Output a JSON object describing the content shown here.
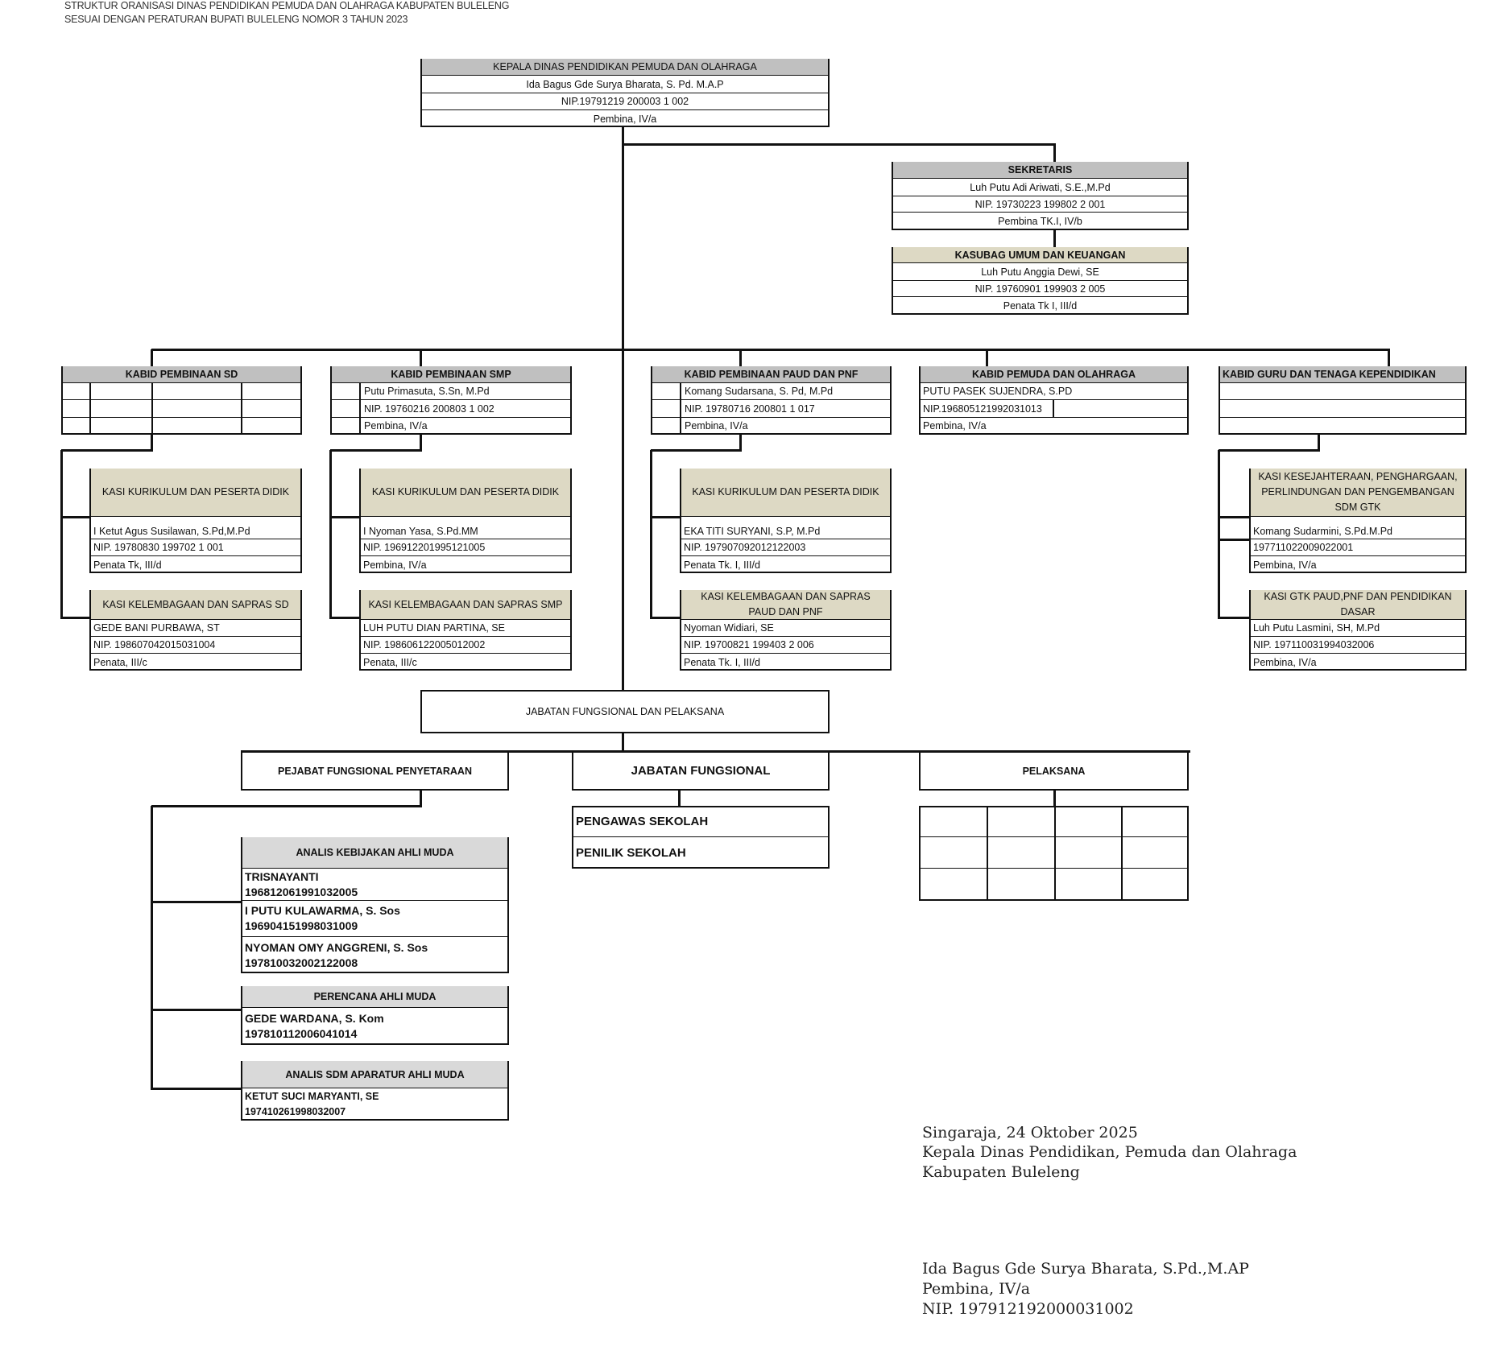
{
  "header": {
    "title_line1": "STRUKTUR ORANISASI DINAS PENDIDIKAN PEMUDA DAN OLAHRAGA KABUPATEN BULELENG",
    "title_line2": "SESUAI DENGAN PERATURAN BUPATI BULELENG NOMOR 3 TAHUN 2023"
  },
  "kepala": {
    "title": "KEPALA DINAS PENDIDIKAN PEMUDA DAN OLAHRAGA",
    "name": "Ida Bagus Gde Surya Bharata, S. Pd. M.A.P",
    "nip": "NIP.19791219 200003 1 002",
    "rank": "Pembina, IV/a"
  },
  "sekretaris": {
    "title": "SEKRETARIS",
    "name": "Luh Putu Adi Ariwati, S.E.,M.Pd",
    "nip": "NIP. 19730223 199802 2 001",
    "rank": "Pembina TK.I, IV/b"
  },
  "kasubag": {
    "title": "KASUBAG UMUM DAN KEUANGAN",
    "name": "Luh Putu Anggia Dewi, SE",
    "nip": "NIP. 19760901 199903 2 005",
    "rank": "Penata Tk I, III/d"
  },
  "kabid": {
    "sd": {
      "title": "KABID PEMBINAAN SD",
      "name": "",
      "nip": "",
      "rank": ""
    },
    "smp": {
      "title": "KABID PEMBINAAN SMP",
      "name": "Putu Primasuta, S.Sn, M.Pd",
      "nip": "NIP.  19760216 200803 1 002",
      "rank": "Pembina, IV/a"
    },
    "paud": {
      "title": "KABID PEMBINAAN PAUD DAN PNF",
      "name": "Komang Sudarsana, S. Pd, M.Pd",
      "nip": "NIP. 19780716 200801 1 017",
      "rank": "Pembina, IV/a"
    },
    "pemuda": {
      "title": "KABID PEMUDA DAN OLAHRAGA",
      "name": "PUTU PASEK SUJENDRA, S.PD",
      "nip": "NIP.196805121992031013",
      "rank": "Pembina, IV/a"
    },
    "guru": {
      "title": "KABID GURU DAN TENAGA KEPENDIDIKAN",
      "name": "",
      "nip": "",
      "rank": ""
    }
  },
  "kasi": {
    "sd1": {
      "title": "KASI KURIKULUM  DAN PESERTA DIDIK",
      "name": "I Ketut Agus Susilawan, S.Pd,M.Pd",
      "nip": "NIP. 19780830 199702 1 001",
      "rank": "Penata Tk, III/d"
    },
    "sd2": {
      "title": "KASI KELEMBAGAAN DAN SAPRAS  SD",
      "name": "GEDE BANI PURBAWA, ST",
      "nip": "NIP. 198607042015031004",
      "rank": "Penata, III/c"
    },
    "smp1": {
      "title": "KASI KURIKULUM  DAN PESERTA DIDIK",
      "name": "I Nyoman Yasa, S.Pd.MM",
      "nip": "NIP.  196912201995121005",
      "rank": "Pembina, IV/a"
    },
    "smp2": {
      "title": "KASI KELEMBAGAAN DAN SAPRAS  SMP",
      "name": "LUH PUTU DIAN PARTINA, SE",
      "nip": "NIP. 198606122005012002",
      "rank": "Penata, III/c"
    },
    "paud1": {
      "title": "KASI KURIKULUM  DAN PESERTA DIDIK",
      "name": "EKA TITI SURYANI, S.P, M.Pd",
      "nip": "NIP. 197907092012122003",
      "rank": "Penata Tk. I, III/d"
    },
    "paud2": {
      "title": "KASI KELEMBAGAAN DAN SAPRAS  PAUD DAN PNF",
      "name": "Nyoman Widiari, SE",
      "nip": "NIP. 19700821 199403 2 006",
      "rank": "Penata Tk. I, III/d"
    },
    "guru1": {
      "title": "KASI KESEJAHTERAAN, PENGHARGAAN, PERLINDUNGAN DAN PENGEMBANGAN SDM GTK",
      "name": "Komang Sudarmini, S.Pd.M.Pd",
      "nip": "197711022009022001",
      "rank": "Pembina, IV/a"
    },
    "guru2": {
      "title": "KASI GTK  PAUD,PNF DAN PENDIDIKAN DASAR",
      "name": "Luh Putu Lasmini, SH, M.Pd",
      "nip": "NIP.  197110031994032006",
      "rank": "Pembina, IV/a"
    }
  },
  "fungsional": {
    "title": "JABATAN FUNGSIONAL DAN PELAKSANA",
    "pejabat_label": "PEJABAT FUNGSIONAL PENYETARAAN",
    "jabatan_label": "JABATAN FUNGSIONAL",
    "pelaksana_label": "PELAKSANA",
    "pengawas": "PENGAWAS SEKOLAH",
    "penilik": "PENILIK SEKOLAH"
  },
  "analis_kebijakan": {
    "title": "ANALIS KEBIJAKAN AHLI MUDA",
    "members": [
      {
        "name": "TRISNAYANTI",
        "nip": "196812061991032005"
      },
      {
        "name": "I PUTU KULAWARMA, S. Sos",
        "nip": "196904151998031009"
      },
      {
        "name": "NYOMAN OMY ANGGRENI, S. Sos",
        "nip": "197810032002122008"
      }
    ]
  },
  "perencana": {
    "title": "PERENCANA AHLI MUDA",
    "members": [
      {
        "name": "GEDE WARDANA, S. Kom",
        "nip": "197810112006041014"
      }
    ]
  },
  "analis_sdm": {
    "title": "ANALIS SDM APARATUR AHLI MUDA",
    "members": [
      {
        "name": "KETUT SUCI MARYANTI, SE",
        "nip": "197410261998032007"
      }
    ]
  },
  "signature": {
    "place_date": "Singaraja, 24 Oktober 2025",
    "position": "Kepala Dinas Pendidikan, Pemuda dan Olahraga",
    "region": "Kabupaten Buleleng",
    "name": "Ida Bagus Gde Surya Bharata, S.Pd.,M.AP",
    "rank": "Pembina, IV/a",
    "nip": "NIP. 197912192000031002"
  }
}
